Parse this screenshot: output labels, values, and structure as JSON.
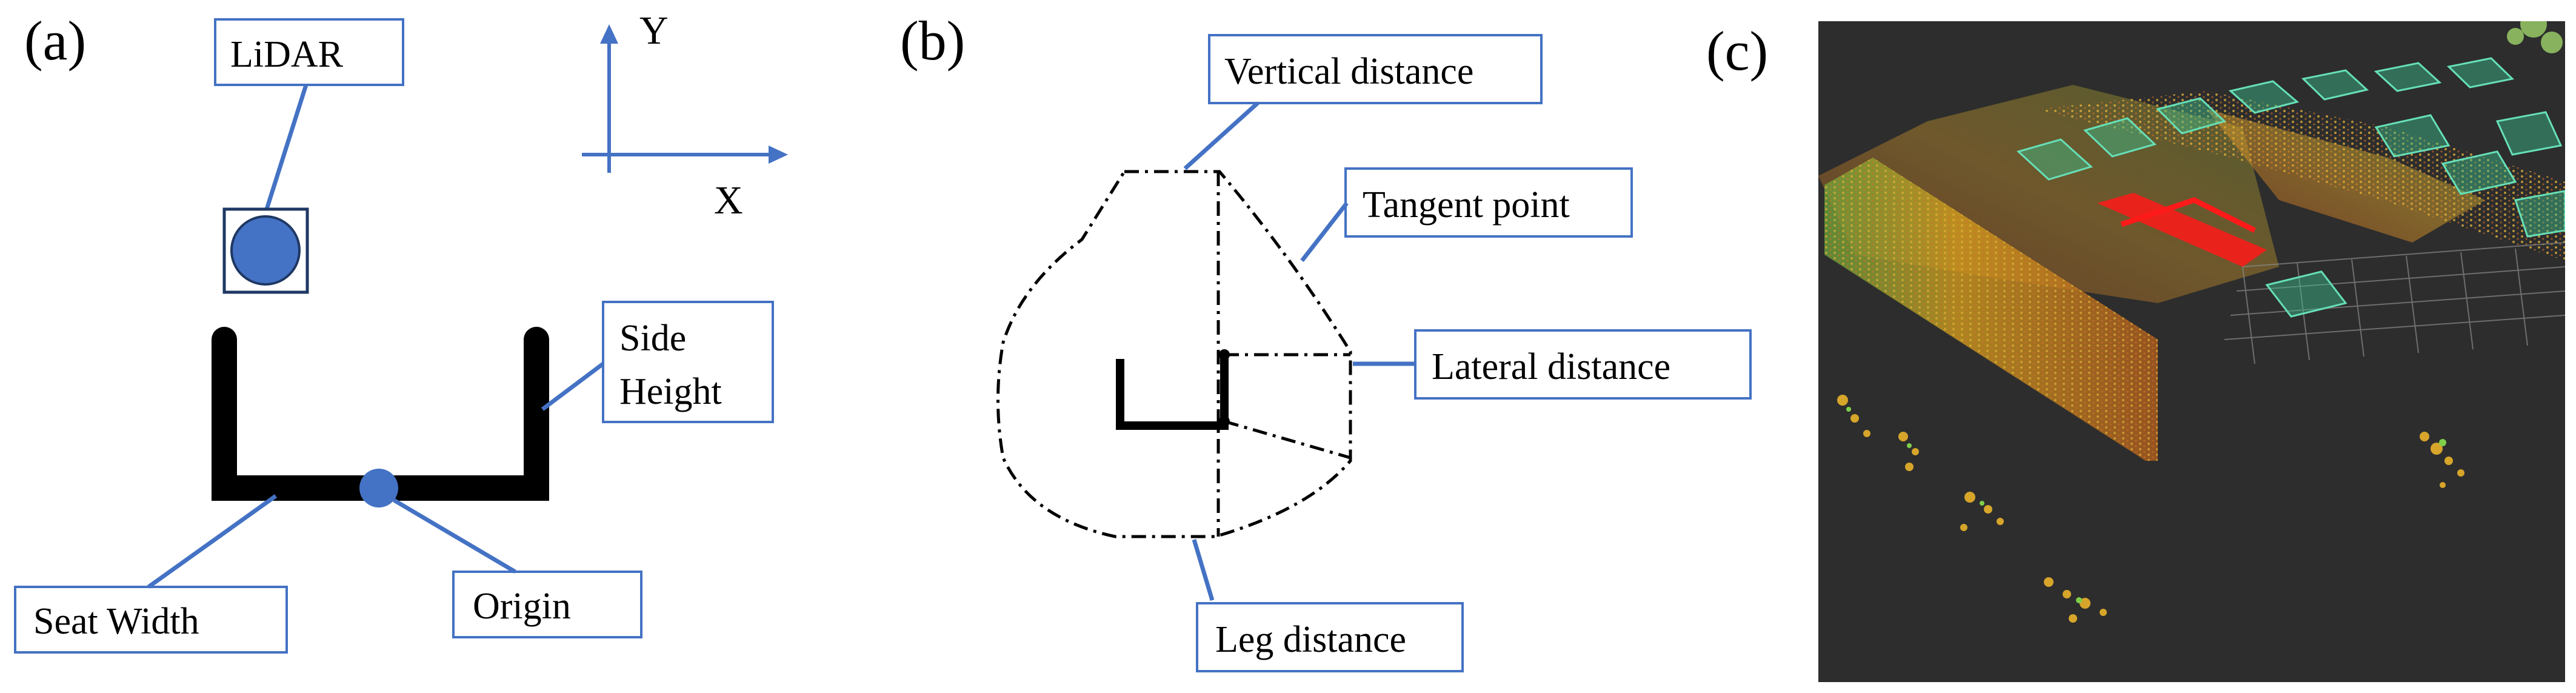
{
  "panels": {
    "a": {
      "label": "(a)",
      "lidar_label": "LiDAR",
      "axis_y": "Y",
      "axis_x": "X",
      "side_height_line1": "Side",
      "side_height_line2": "Height",
      "seat_width": "Seat Width",
      "origin": "Origin"
    },
    "b": {
      "label": "(b)",
      "vertical_distance": "Vertical distance",
      "tangent_point": "Tangent point",
      "lateral_distance": "Lateral distance",
      "leg_distance": "Leg distance"
    },
    "c": {
      "label": "(c)"
    }
  },
  "colors": {
    "accent": "#4472c4",
    "lidar_fill": "#4472c4",
    "point_cloud_bg": "#2d2d2d",
    "detection_box": "#3cbf8f",
    "highlight": "#ff1a1a"
  }
}
